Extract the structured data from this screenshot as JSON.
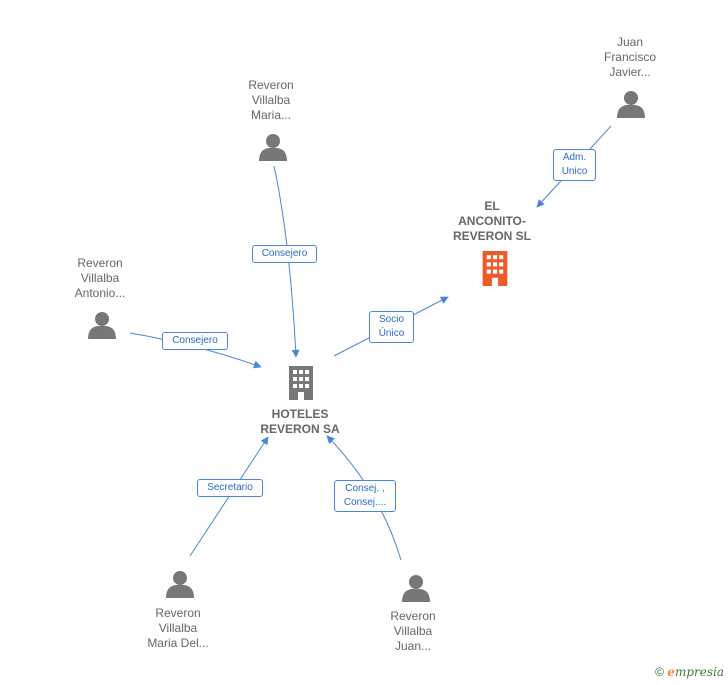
{
  "nodes": {
    "hoteles": {
      "lines": [
        "HOTELES",
        "REVERON SA"
      ]
    },
    "anconito": {
      "lines": [
        "EL",
        "ANCONITO-",
        "REVERON  SL"
      ]
    },
    "juan_francisco": {
      "lines": [
        "Juan",
        "Francisco",
        "Javier..."
      ]
    },
    "maria": {
      "lines": [
        "Reveron",
        "Villalba",
        "Maria..."
      ]
    },
    "antonio": {
      "lines": [
        "Reveron",
        "Villalba",
        "Antonio..."
      ]
    },
    "maria_del": {
      "lines": [
        "Reveron",
        "Villalba",
        "Maria Del..."
      ]
    },
    "juan": {
      "lines": [
        "Reveron",
        "Villalba",
        "Juan..."
      ]
    }
  },
  "edges": {
    "adm_unico": {
      "lines": [
        "Adm.",
        "Unico"
      ]
    },
    "socio_unico": {
      "lines": [
        "Socio",
        "Único"
      ]
    },
    "consejero_top": {
      "lines": [
        "Consejero"
      ]
    },
    "consejero_left": {
      "lines": [
        "Consejero"
      ]
    },
    "secretario": {
      "lines": [
        "Secretario"
      ]
    },
    "consej": {
      "lines": [
        "Consej. ,",
        "Consej...."
      ]
    }
  },
  "colors": {
    "edge": "#4a86d6",
    "person": "#777777",
    "company": "#777777",
    "focus_company": "#f05a28"
  },
  "footer": {
    "copyright": "©",
    "brand_initial": "e",
    "brand_rest": "mpresia"
  }
}
